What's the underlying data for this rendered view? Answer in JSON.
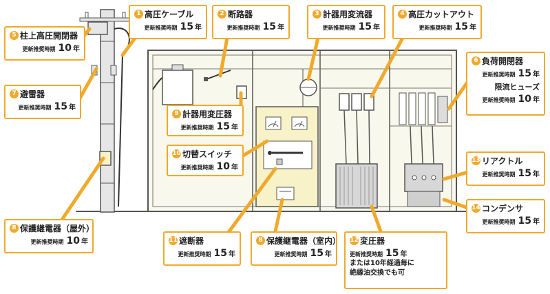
{
  "colors": {
    "accent": "#f0a92a",
    "panel_fill": "#f8f8ec",
    "line": "#555555"
  },
  "renewal_label": "更新推奨時期",
  "year_unit": "年",
  "items": {
    "i1": {
      "num": "1",
      "name": "高圧ケーブル",
      "years": "15"
    },
    "i2": {
      "num": "2",
      "name": "断路器",
      "years": "15"
    },
    "i3": {
      "num": "3",
      "name": "計器用変流器",
      "years": "15"
    },
    "i4": {
      "num": "4",
      "name": "高圧カットアウト",
      "years": "15"
    },
    "i5": {
      "num": "5",
      "name": "柱上高圧開閉器",
      "years": "10"
    },
    "i6": {
      "num": "6",
      "name": "負荷開閉器",
      "years": "15",
      "sub_name": "限流ヒューズ",
      "sub_years": "10"
    },
    "i7": {
      "num": "7",
      "name": "避雷器",
      "years": "15"
    },
    "i8a": {
      "num": "8",
      "name": "保護継電器（屋外）",
      "years": "10"
    },
    "i8b": {
      "num": "8",
      "name": "保護継電器（室内）",
      "years": "15"
    },
    "i9": {
      "num": "9",
      "name": "計器用変圧器",
      "years": "15"
    },
    "i10": {
      "num": "10",
      "name": "切替スイッチ",
      "years": "10"
    },
    "i11": {
      "num": "11",
      "name": "遮断器",
      "years": "15"
    },
    "i12": {
      "num": "12",
      "name": "変圧器",
      "years": "15",
      "note1": "または10年経過毎に",
      "note2": "絶縁油交換でも可"
    },
    "i13": {
      "num": "13",
      "name": "リアクトル",
      "years": "15"
    },
    "i14": {
      "num": "14",
      "name": "コンデンサ",
      "years": "15"
    }
  }
}
